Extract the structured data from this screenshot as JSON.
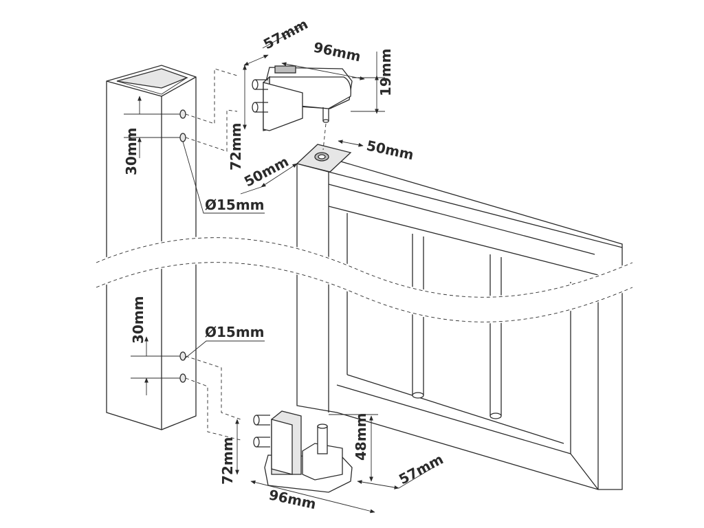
{
  "labels": {
    "top_depth": "57mm",
    "top_length": "96mm",
    "top_thickness": "19mm",
    "top_height": "72mm",
    "cap_width": "50mm",
    "cap_depth": "50mm",
    "spacing_top": "30mm",
    "diameter_top": "Ø15mm",
    "spacing_bottom": "30mm",
    "diameter_bottom": "Ø15mm",
    "bottom_pin_height": "48mm",
    "bottom_height": "72mm",
    "bottom_length": "96mm",
    "bottom_depth": "57mm"
  },
  "colors": {
    "line": "#2a2a2a",
    "fill_light": "#e6e6e6",
    "fill_dark": "#bdbdbd",
    "background": "#ffffff"
  }
}
